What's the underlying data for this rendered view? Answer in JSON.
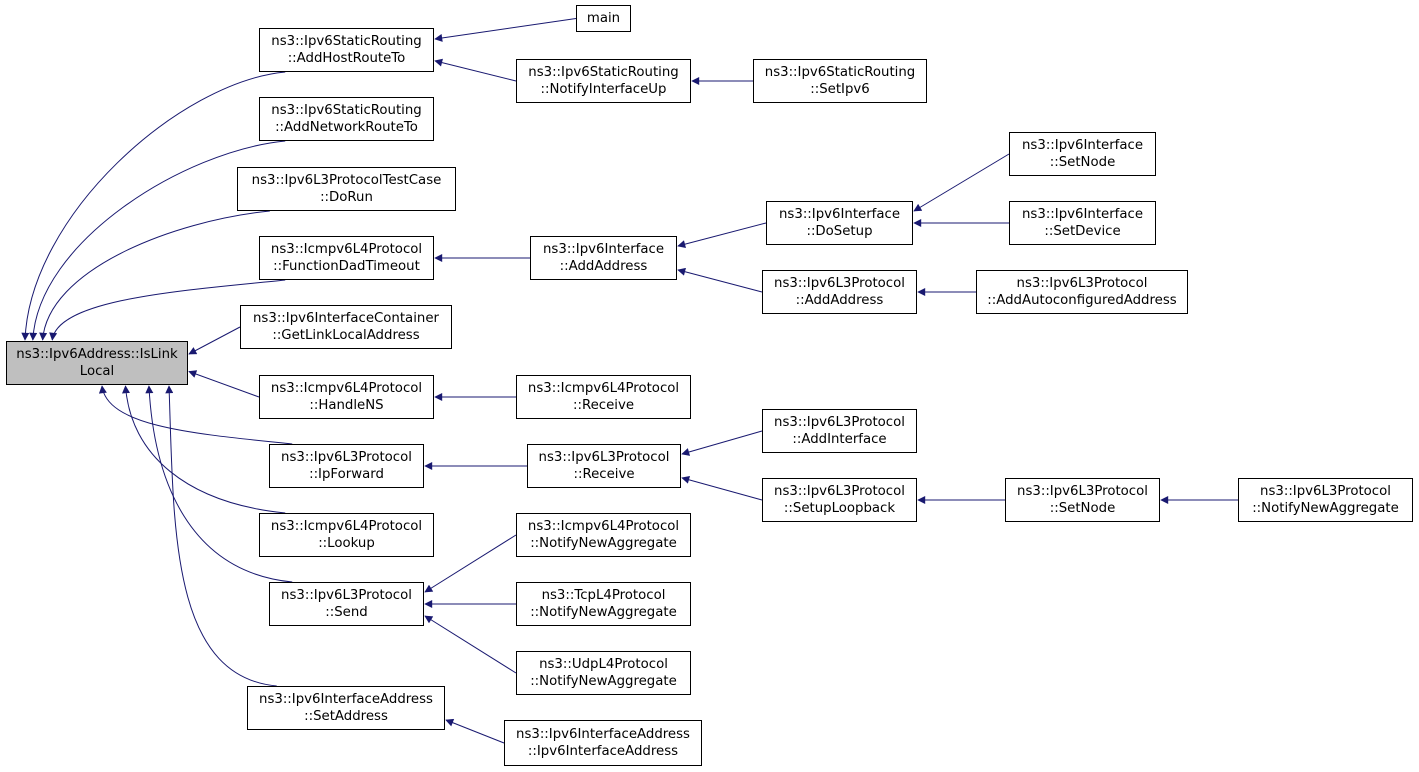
{
  "colors": {
    "edge": "#191970",
    "root_fill": "#bfbfbf",
    "node_fill": "#ffffff",
    "border": "#000000"
  },
  "root": {
    "id": "root",
    "lines": [
      "ns3::Ipv6Address::IsLink",
      "Local"
    ]
  },
  "nodes": [
    {
      "id": "n_addhost",
      "lines": [
        "ns3::Ipv6StaticRouting",
        "::AddHostRouteTo"
      ]
    },
    {
      "id": "n_addnet",
      "lines": [
        "ns3::Ipv6StaticRouting",
        "::AddNetworkRouteTo"
      ]
    },
    {
      "id": "n_dorun",
      "lines": [
        "ns3::Ipv6L3ProtocolTestCase",
        "::DoRun"
      ]
    },
    {
      "id": "n_funcdad",
      "lines": [
        "ns3::Icmpv6L4Protocol",
        "::FunctionDadTimeout"
      ]
    },
    {
      "id": "n_getlinklocal",
      "lines": [
        "ns3::Ipv6InterfaceContainer",
        "::GetLinkLocalAddress"
      ]
    },
    {
      "id": "n_handlens",
      "lines": [
        "ns3::Icmpv6L4Protocol",
        "::HandleNS"
      ]
    },
    {
      "id": "n_ipforward",
      "lines": [
        "ns3::Ipv6L3Protocol",
        "::IpForward"
      ]
    },
    {
      "id": "n_lookup",
      "lines": [
        "ns3::Icmpv6L4Protocol",
        "::Lookup"
      ]
    },
    {
      "id": "n_send",
      "lines": [
        "ns3::Ipv6L3Protocol",
        "::Send"
      ]
    },
    {
      "id": "n_setaddress",
      "lines": [
        "ns3::Ipv6InterfaceAddress",
        "::SetAddress"
      ]
    },
    {
      "id": "n_main",
      "lines": [
        "main"
      ]
    },
    {
      "id": "n_notifyup",
      "lines": [
        "ns3::Ipv6StaticRouting",
        "::NotifyInterfaceUp"
      ]
    },
    {
      "id": "n_setipv6",
      "lines": [
        "ns3::Ipv6StaticRouting",
        "::SetIpv6"
      ]
    },
    {
      "id": "n_if_addaddress",
      "lines": [
        "ns3::Ipv6Interface",
        "::AddAddress"
      ]
    },
    {
      "id": "n_if_dosetup",
      "lines": [
        "ns3::Ipv6Interface",
        "::DoSetup"
      ]
    },
    {
      "id": "n_if_setnode",
      "lines": [
        "ns3::Ipv6Interface",
        "::SetNode"
      ]
    },
    {
      "id": "n_if_setdevice",
      "lines": [
        "ns3::Ipv6Interface",
        "::SetDevice"
      ]
    },
    {
      "id": "n_l3_addaddress",
      "lines": [
        "ns3::Ipv6L3Protocol",
        "::AddAddress"
      ]
    },
    {
      "id": "n_l3_addautoconf",
      "lines": [
        "ns3::Ipv6L3Protocol",
        "::AddAutoconfiguredAddress"
      ]
    },
    {
      "id": "n_icmp_receive",
      "lines": [
        "ns3::Icmpv6L4Protocol",
        "::Receive"
      ]
    },
    {
      "id": "n_l3_receive",
      "lines": [
        "ns3::Ipv6L3Protocol",
        "::Receive"
      ]
    },
    {
      "id": "n_l3_addinterface",
      "lines": [
        "ns3::Ipv6L3Protocol",
        "::AddInterface"
      ]
    },
    {
      "id": "n_l3_setuploopback",
      "lines": [
        "ns3::Ipv6L3Protocol",
        "::SetupLoopback"
      ]
    },
    {
      "id": "n_l3_setnode",
      "lines": [
        "ns3::Ipv6L3Protocol",
        "::SetNode"
      ]
    },
    {
      "id": "n_l3_notifyagg",
      "lines": [
        "ns3::Ipv6L3Protocol",
        "::NotifyNewAggregate"
      ]
    },
    {
      "id": "n_icmp_notifyagg",
      "lines": [
        "ns3::Icmpv6L4Protocol",
        "::NotifyNewAggregate"
      ]
    },
    {
      "id": "n_tcp_notifyagg",
      "lines": [
        "ns3::TcpL4Protocol",
        "::NotifyNewAggregate"
      ]
    },
    {
      "id": "n_udp_notifyagg",
      "lines": [
        "ns3::UdpL4Protocol",
        "::NotifyNewAggregate"
      ]
    },
    {
      "id": "n_ifaddr_ctor",
      "lines": [
        "ns3::Ipv6InterfaceAddress",
        "::Ipv6InterfaceAddress"
      ]
    }
  ],
  "edges": [
    {
      "from": "n_addhost",
      "to": "root"
    },
    {
      "from": "n_addnet",
      "to": "root"
    },
    {
      "from": "n_dorun",
      "to": "root"
    },
    {
      "from": "n_funcdad",
      "to": "root"
    },
    {
      "from": "n_getlinklocal",
      "to": "root"
    },
    {
      "from": "n_handlens",
      "to": "root"
    },
    {
      "from": "n_ipforward",
      "to": "root"
    },
    {
      "from": "n_lookup",
      "to": "root"
    },
    {
      "from": "n_send",
      "to": "root"
    },
    {
      "from": "n_setaddress",
      "to": "root"
    },
    {
      "from": "n_main",
      "to": "n_addhost"
    },
    {
      "from": "n_notifyup",
      "to": "n_addhost"
    },
    {
      "from": "n_setipv6",
      "to": "n_notifyup"
    },
    {
      "from": "n_if_addaddress",
      "to": "n_funcdad"
    },
    {
      "from": "n_if_dosetup",
      "to": "n_if_addaddress"
    },
    {
      "from": "n_l3_addaddress",
      "to": "n_if_addaddress"
    },
    {
      "from": "n_if_setnode",
      "to": "n_if_dosetup"
    },
    {
      "from": "n_if_setdevice",
      "to": "n_if_dosetup"
    },
    {
      "from": "n_l3_addautoconf",
      "to": "n_l3_addaddress"
    },
    {
      "from": "n_icmp_receive",
      "to": "n_handlens"
    },
    {
      "from": "n_l3_receive",
      "to": "n_ipforward"
    },
    {
      "from": "n_l3_addinterface",
      "to": "n_l3_receive"
    },
    {
      "from": "n_l3_setuploopback",
      "to": "n_l3_receive"
    },
    {
      "from": "n_l3_setnode",
      "to": "n_l3_setuploopback"
    },
    {
      "from": "n_l3_notifyagg",
      "to": "n_l3_setnode"
    },
    {
      "from": "n_icmp_notifyagg",
      "to": "n_send"
    },
    {
      "from": "n_tcp_notifyagg",
      "to": "n_send"
    },
    {
      "from": "n_udp_notifyagg",
      "to": "n_send"
    },
    {
      "from": "n_ifaddr_ctor",
      "to": "n_setaddress"
    }
  ]
}
